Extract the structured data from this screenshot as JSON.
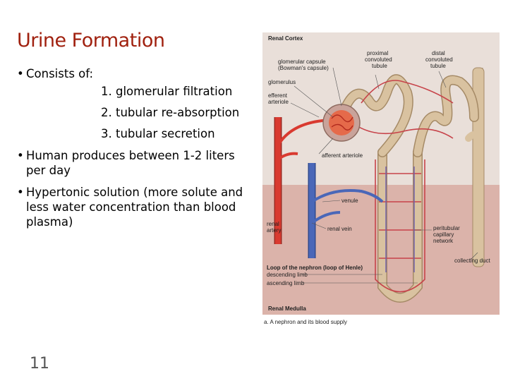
{
  "slide": {
    "title": "Urine Formation",
    "bullets": [
      {
        "text": "Consists of:",
        "sub": [
          "1. glomerular filtration",
          "2. tubular re-absorption",
          "3. tubular secretion"
        ]
      },
      {
        "text": "Human produces between 1-2 liters per day"
      },
      {
        "text": "Hypertonic solution (more solute and less water concentration than blood plasma)"
      }
    ],
    "slide_number": "11"
  },
  "figure": {
    "region_top": "Renal Cortex",
    "region_bottom": "Renal Medulla",
    "caption": "a. A nephron and its blood supply",
    "labels": {
      "glomerular_capsule": "glomerular capsule",
      "bowmans_capsule": "(Bowman's capsule)",
      "glomerulus": "glomerulus",
      "efferent_arteriole_1": "efferent",
      "efferent_arteriole_2": "arteriole",
      "proximal_1": "proximal",
      "proximal_2": "convoluted",
      "proximal_3": "tubule",
      "distal_1": "distal",
      "distal_2": "convoluted",
      "distal_3": "tubule",
      "afferent_arteriole": "afferent arteriole",
      "venule": "venule",
      "renal_artery_1": "renal",
      "renal_artery_2": "artery",
      "renal_vein": "renal vein",
      "peritubular_1": "peritubular",
      "peritubular_2": "capillary",
      "peritubular_3": "network",
      "collecting_duct": "collecting duct",
      "loop": "Loop of the nephron (loop of Henle)",
      "descending_limb": "descending limb",
      "ascending_limb": "ascending limb"
    },
    "colors": {
      "cortex_bg": "#e9dfd9",
      "medulla_bg": "#dbb3aa",
      "artery": "#d93a30",
      "vein": "#4a67b8",
      "tubule": "#d9c2a0",
      "tubule_edge": "#a58a66"
    }
  }
}
